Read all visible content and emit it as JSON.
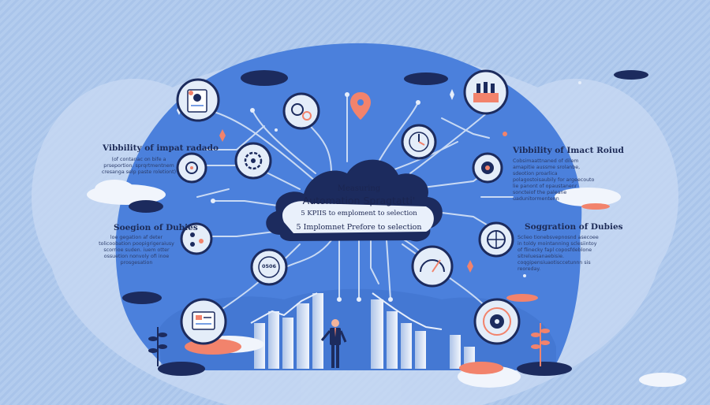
{
  "center": {
    "line1": "Measuring",
    "line2": "Automation Spragtatti'",
    "line3": "5 KPIIS to emploment to selection",
    "line4": "5 Implomnet Prefore to selection"
  },
  "panels": {
    "top_left": {
      "heading": "Vibbility of impat radado",
      "body": "(of contanac on bife a prseportion. sprqrtmentnem cresanga selp paste roletiont)"
    },
    "mid_left": {
      "heading": "Soegion of Dubies",
      "body": "loe gegation af deter tolicoobation poopigrigeraiusy scorrioe suden. iuem otter ossuetion nonvoly ofi inoe prosgesation"
    },
    "top_right": {
      "heading": "Vibbility of Imact Roiud",
      "body": "Cobsimaattnaned of dilem amapitie aussme srolanbe, sdeotion proarlica polagostoisaubily for argeecouto lie panont of opaustanenr soncteiof the paleane uadunitormentenn"
    },
    "mid_right": {
      "heading": "Soggration of Dubies",
      "body": "Sclieo tionebsvepnosnd asecoee in toldy mointanning sclesiintoy of flinecky fapl coposfdeblone sitreluesanaebisie. coqgipensiuaotisccetunnn sis reoreday."
    }
  },
  "badges": {
    "mid_left_node": "0506"
  },
  "colors": {
    "background": "#afc8ed",
    "cloud_blob": "#4b80dc",
    "navy": "#1c2b5e",
    "node_fill": "#e4edf9",
    "coral": "#f2836c",
    "bar_light": "#d6e3f6"
  }
}
